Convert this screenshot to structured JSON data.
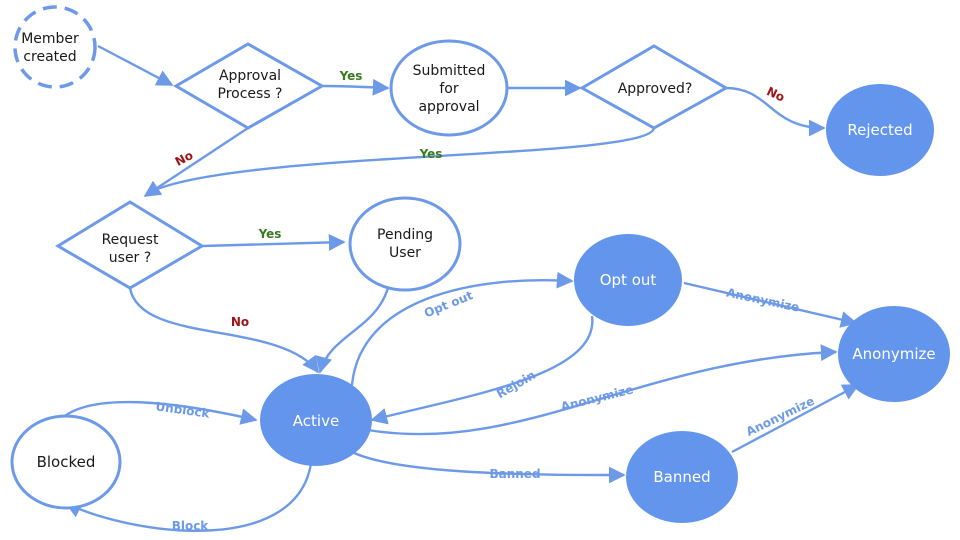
{
  "colors": {
    "accent": "#6495ED",
    "stroke": "#6D9AE8",
    "yes_label": "#3A7A21",
    "no_label": "#9B1515",
    "edge_label": "#6D9AE8",
    "outline_text": "#1a1a1a"
  },
  "nodes": {
    "member_created": [
      "Member",
      "created"
    ],
    "approval_process": [
      "Approval",
      "Process ?"
    ],
    "submitted": [
      "Submitted",
      "for",
      "approval"
    ],
    "approved": [
      "Approved?"
    ],
    "rejected": [
      "Rejected"
    ],
    "request_user": [
      "Request",
      "user ?"
    ],
    "pending_user": [
      "Pending",
      "User"
    ],
    "opt_out": [
      "Opt out"
    ],
    "anonymize": [
      "Anonymize"
    ],
    "active": [
      "Active"
    ],
    "blocked": [
      "Blocked"
    ],
    "banned": [
      "Banned"
    ]
  },
  "edges": {
    "approval_yes": "Yes",
    "approved_no": "No",
    "approval_no": "No",
    "approved_yes": "Yes",
    "request_yes": "Yes",
    "request_no": "No",
    "opt_out": "Opt out",
    "rejoin": "Rejoin",
    "anonymize_from_optout": "Anonymize",
    "anonymize_from_active": "Anonymize",
    "anonymize_from_banned": "Anonymize",
    "unblock": "Unblock",
    "block": "Block",
    "banned": "Banned"
  }
}
